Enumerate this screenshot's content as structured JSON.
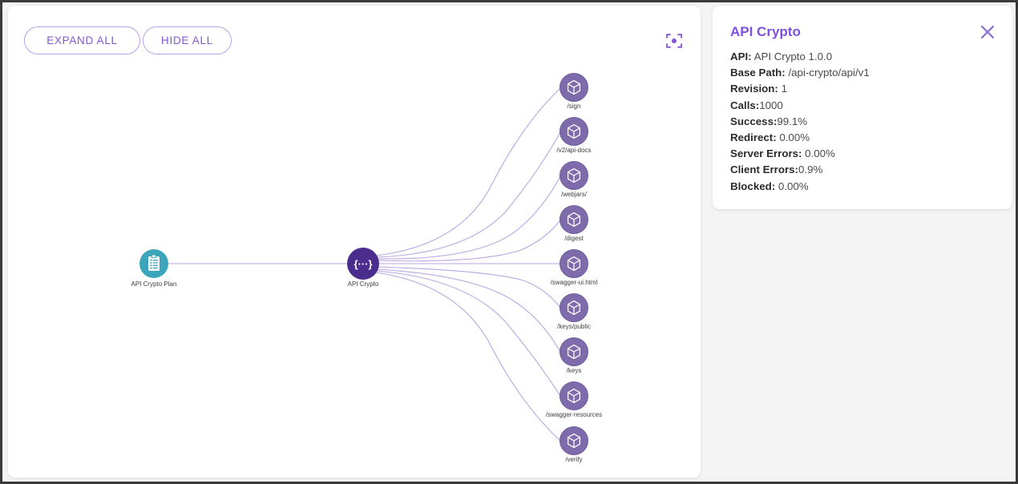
{
  "toolbar": {
    "expand_label": "EXPAND ALL",
    "hide_label": "HIDE ALL",
    "focus_icon": "focus-target-icon"
  },
  "graph": {
    "hub": {
      "label": "API Crypto",
      "glyph": "{···}",
      "color": "#4a2d8c"
    },
    "plan": {
      "label": "API Crypto Plan",
      "icon": "clipboard-icon",
      "color": "#3da5bb"
    },
    "edge_color": "#b8a6e2",
    "resource_color": "#7e6bab",
    "resources": [
      {
        "label": "/sign"
      },
      {
        "label": "/v2/api-docs"
      },
      {
        "label": "/webjars/"
      },
      {
        "label": "/digest"
      },
      {
        "label": "/swagger-ui.html"
      },
      {
        "label": "/keys/public"
      },
      {
        "label": "/keys"
      },
      {
        "label": "/swagger-resources"
      },
      {
        "label": "/verify"
      }
    ]
  },
  "panel": {
    "title": "API Crypto",
    "close_icon": "close-icon",
    "accent": "#7e4fe0",
    "rows": [
      {
        "key": "API:",
        "value": "API Crypto 1.0.0"
      },
      {
        "key": "Base Path:",
        "value": "/api-crypto/api/v1"
      },
      {
        "key": "Revision:",
        "value": "1"
      },
      {
        "key": "Calls:",
        "value": "1000"
      },
      {
        "key": "Success:",
        "value": "99.1%"
      },
      {
        "key": "Redirect:",
        "value": "0.00%"
      },
      {
        "key": "Server Errors:",
        "value": "0.00%"
      },
      {
        "key": "Client Errors:",
        "value": "0.9%"
      },
      {
        "key": "Blocked:",
        "value": "0.00%"
      }
    ]
  }
}
